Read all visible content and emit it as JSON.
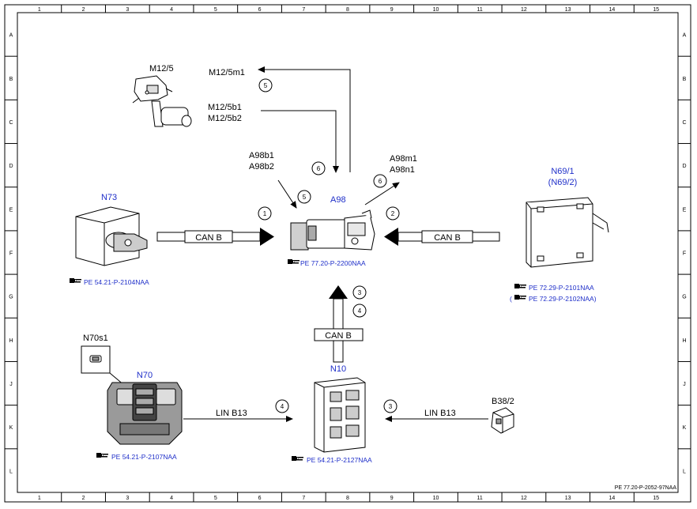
{
  "grid": {
    "columns": [
      "1",
      "2",
      "3",
      "4",
      "5",
      "6",
      "7",
      "8",
      "9",
      "10",
      "11",
      "12",
      "13",
      "14",
      "15"
    ],
    "rows": [
      "A",
      "B",
      "C",
      "D",
      "E",
      "F",
      "G",
      "H",
      "J",
      "K",
      "L"
    ]
  },
  "components": {
    "m12_5": "M12/5",
    "m12_5m1": "M12/5m1",
    "m12_5b1": "M12/5b1",
    "m12_5b2": "M12/5b2",
    "a98b1": "A98b1",
    "a98b2": "A98b2",
    "a98": "A98",
    "a98m1": "A98m1",
    "a98n1": "A98n1",
    "n73": "N73",
    "n69_1": "N69/1",
    "n69_2": "(N69/2)",
    "n70s1": "N70s1",
    "n70": "N70",
    "n10": "N10",
    "b38_2": "B38/2"
  },
  "buses": {
    "can_left": "CAN B",
    "can_right": "CAN B",
    "can_bottom": "CAN B",
    "lin_left": "LIN B13",
    "lin_right": "LIN B13"
  },
  "references": {
    "a98": "PE 77.20-P-2200NAA",
    "n73": "PE 54.21-P-2104NAA",
    "n69_1": "PE 72.29-P-2101NAA",
    "n69_2_open": "(",
    "n69_2": "PE 72.29-P-2102NAA)",
    "n70": "PE 54.21-P-2107NAA",
    "n10": "PE 54.21-P-2127NAA"
  },
  "steps": {
    "s1": "1",
    "s2": "2",
    "s3": "3",
    "s4": "4",
    "s5_top": "5",
    "s6_mid": "6",
    "s5_mid": "5",
    "s6_right": "6",
    "s4_lin": "4",
    "s3_lin": "3"
  },
  "footer": "PE 77.20-P-2052-97NAA",
  "icons": {
    "reference": "hand-pointer-icon"
  },
  "colors": {
    "label_blue": "#1f2fc9",
    "line": "#000000"
  }
}
